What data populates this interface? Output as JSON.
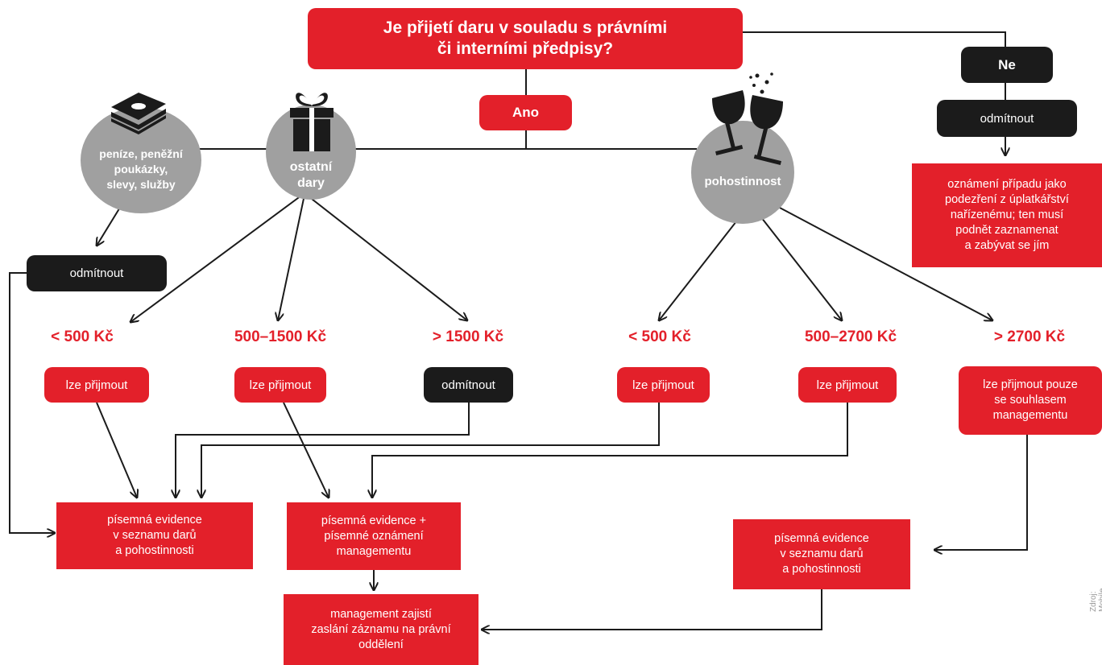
{
  "question": "Je přijetí daru v souladu s právními\nči interními předpisy?",
  "yes_label": "Ano",
  "no_label": "Ne",
  "categories": {
    "money": "peníze, peněžní\npoukázky,\nslevy, služby",
    "other_gifts": "ostatní\ndary",
    "hospitality": "pohostinnost"
  },
  "thresholds": {
    "gifts_low": "< 500 Kč",
    "gifts_mid": "500–1500 Kč",
    "gifts_high": "> 1500 Kč",
    "hosp_low": "< 500 Kč",
    "hosp_mid": "500–2700 Kč",
    "hosp_high": "> 2700 Kč"
  },
  "actions": {
    "reject": "odmítnout",
    "accept": "lze přijmout",
    "accept_with_management": "lze přijmout pouze\nse souhlasem\nmanagementu",
    "report_suspicion": "oznámení případu jako\npodezření z úplatkářství\nnařízenému; ten musí\npodnět zaznamenat\na zabývat se jím",
    "record_list": "písemná evidence\nv seznamu darů\na pohostinnosti",
    "record_and_notify": "písemná evidence  +\npísemné oznámení\nmanagementu",
    "management_forward": "management zajistí\nzaslání záznamu na právní\noddělení"
  },
  "credit": "Zdroj: Mobile Blue"
}
